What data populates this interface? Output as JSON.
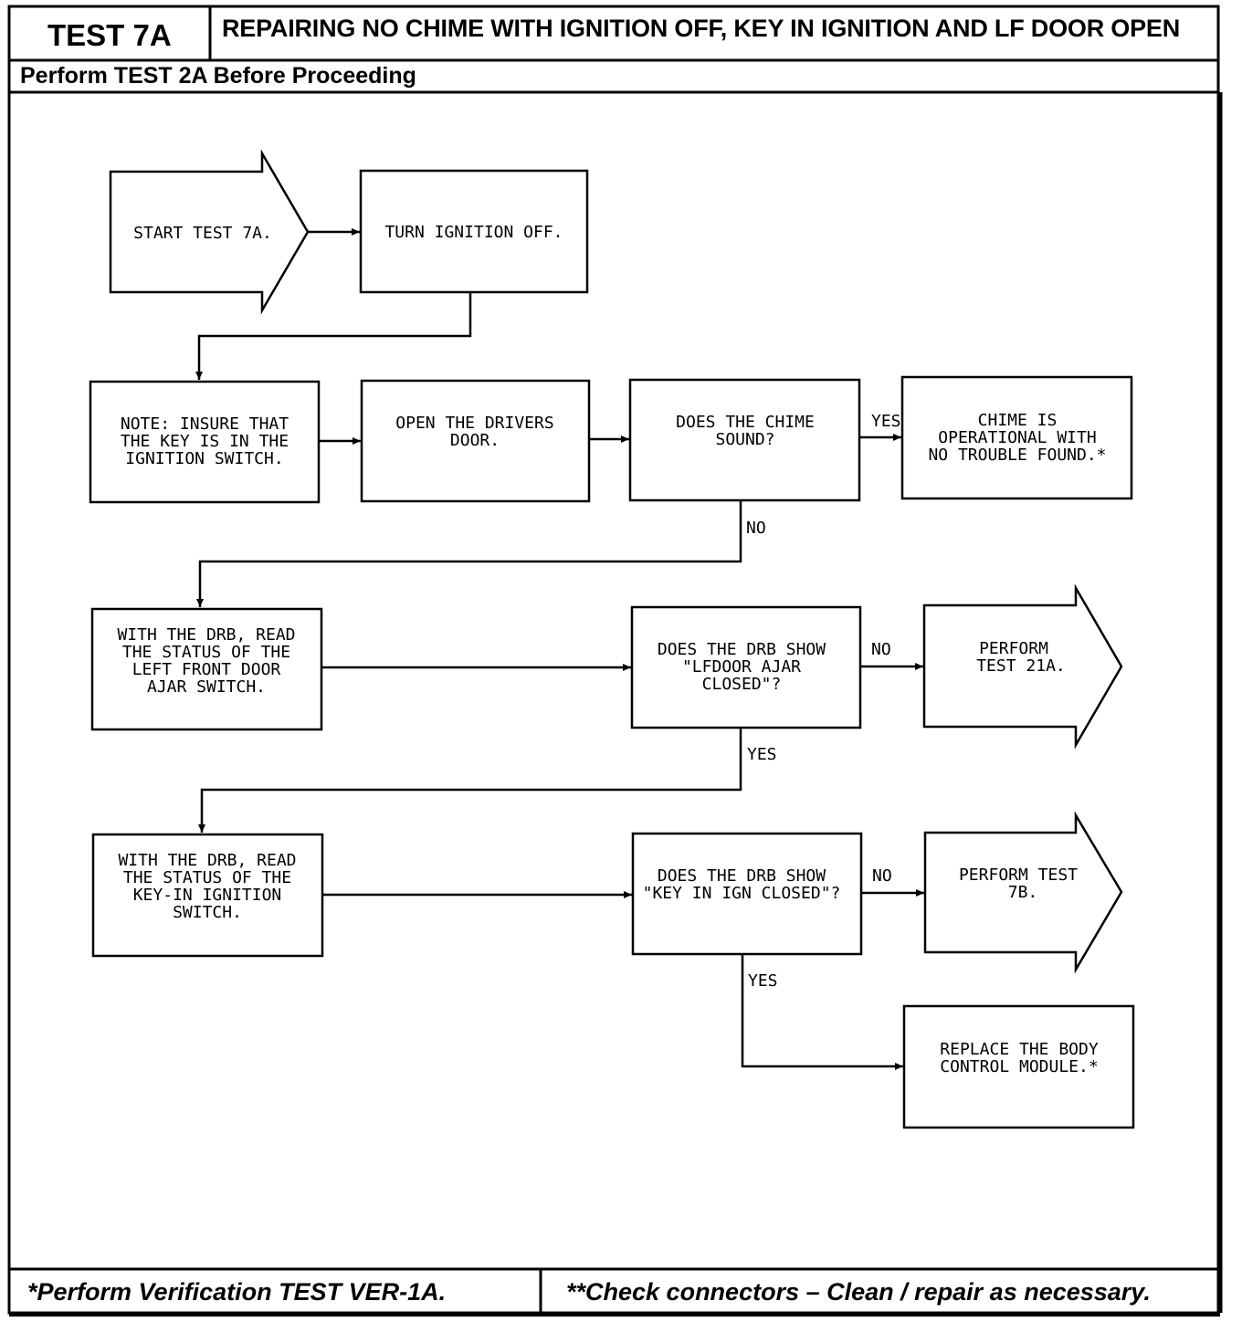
{
  "header": {
    "test_id": "TEST 7A",
    "title": "REPAIRING NO CHIME WITH IGNITION OFF, KEY IN IGNITION AND LF DOOR OPEN",
    "prerequisite": "Perform TEST 2A Before Proceeding"
  },
  "flowchart": {
    "start": "START TEST 7A.",
    "ignition_off": "TURN IGNITION OFF.",
    "note": [
      "NOTE:  INSURE THAT",
      "THE KEY IS IN THE",
      "IGNITION SWITCH."
    ],
    "open_door": [
      "OPEN THE DRIVERS",
      "DOOR."
    ],
    "chime_question": [
      "DOES THE CHIME",
      "SOUND?"
    ],
    "chime_ok": [
      "CHIME IS",
      "OPERATIONAL WITH",
      "NO TROUBLE FOUND.*"
    ],
    "read_door_switch": [
      "WITH THE DRB, READ",
      "THE STATUS OF THE",
      "LEFT FRONT DOOR",
      "AJAR SWITCH."
    ],
    "door_question": [
      "DOES THE DRB SHOW",
      "\"LFDOOR AJAR",
      "CLOSED\"?"
    ],
    "perform_21a": [
      "PERFORM",
      "TEST 21A."
    ],
    "read_key_switch": [
      "WITH THE DRB, READ",
      "THE STATUS OF THE",
      "KEY-IN IGNITION",
      "SWITCH."
    ],
    "key_question": [
      "DOES THE DRB SHOW",
      "\"KEY IN IGN CLOSED\"?"
    ],
    "perform_7b": [
      "PERFORM TEST",
      "7B."
    ],
    "replace_bcm": [
      "REPLACE THE BODY",
      "CONTROL MODULE.*"
    ],
    "labels": {
      "yes_chime": "YES",
      "no_chime": "NO",
      "no_door": "NO",
      "yes_door": "YES",
      "no_key": "NO",
      "yes_key": "YES"
    }
  },
  "footer": {
    "left": "*Perform Verification TEST VER-1A.",
    "right": "**Check connectors – Clean / repair as necessary."
  }
}
